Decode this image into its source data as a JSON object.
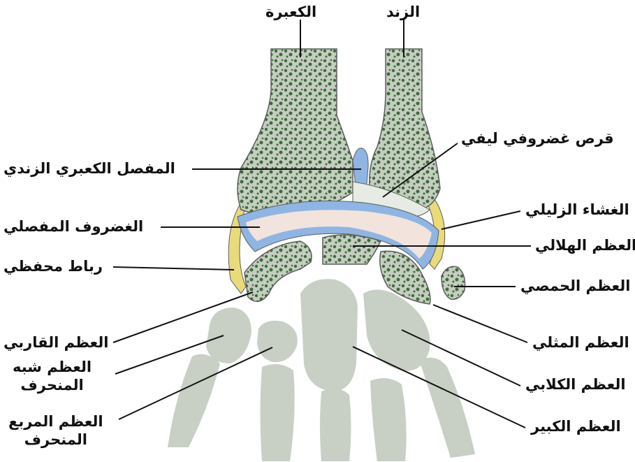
{
  "labels": {
    "radius": "الكعبرة",
    "ulna": "الزند",
    "radioulnar_joint": "المفصل الكعبري الزندي",
    "tfcc": "قرص غضروفي ليفي",
    "synovium": "الغشاء الزليلي",
    "articular_cartilage": "الغضروف المفصلي",
    "lunate": "العظم الهلالي",
    "capsule_ligament": "رباط محفظي",
    "pisiform": "العظم الحمصي",
    "scaphoid": "العظم القاربي",
    "triquetrum": "العظم المثلي",
    "trapezoid_line1": "العظم شبه",
    "trapezoid_line2": "المنحرف",
    "hamate": "العظم الكلابي",
    "trapezium_line1": "العظم المربع",
    "trapezium_line2": "المنحرف",
    "capitate": "العظم الكبير"
  },
  "colors": {
    "bone_fill": "#c5cdc1",
    "bone_outline": "#5a5f5a",
    "trabecular_dots": "#3f6b3a",
    "lower_bones": "#c8d0c6",
    "cartilage": "#f2e4dc",
    "synovial_blue": "#8fb5e4",
    "capsule_yellow": "#e9da7a",
    "leader_line": "#111111"
  }
}
